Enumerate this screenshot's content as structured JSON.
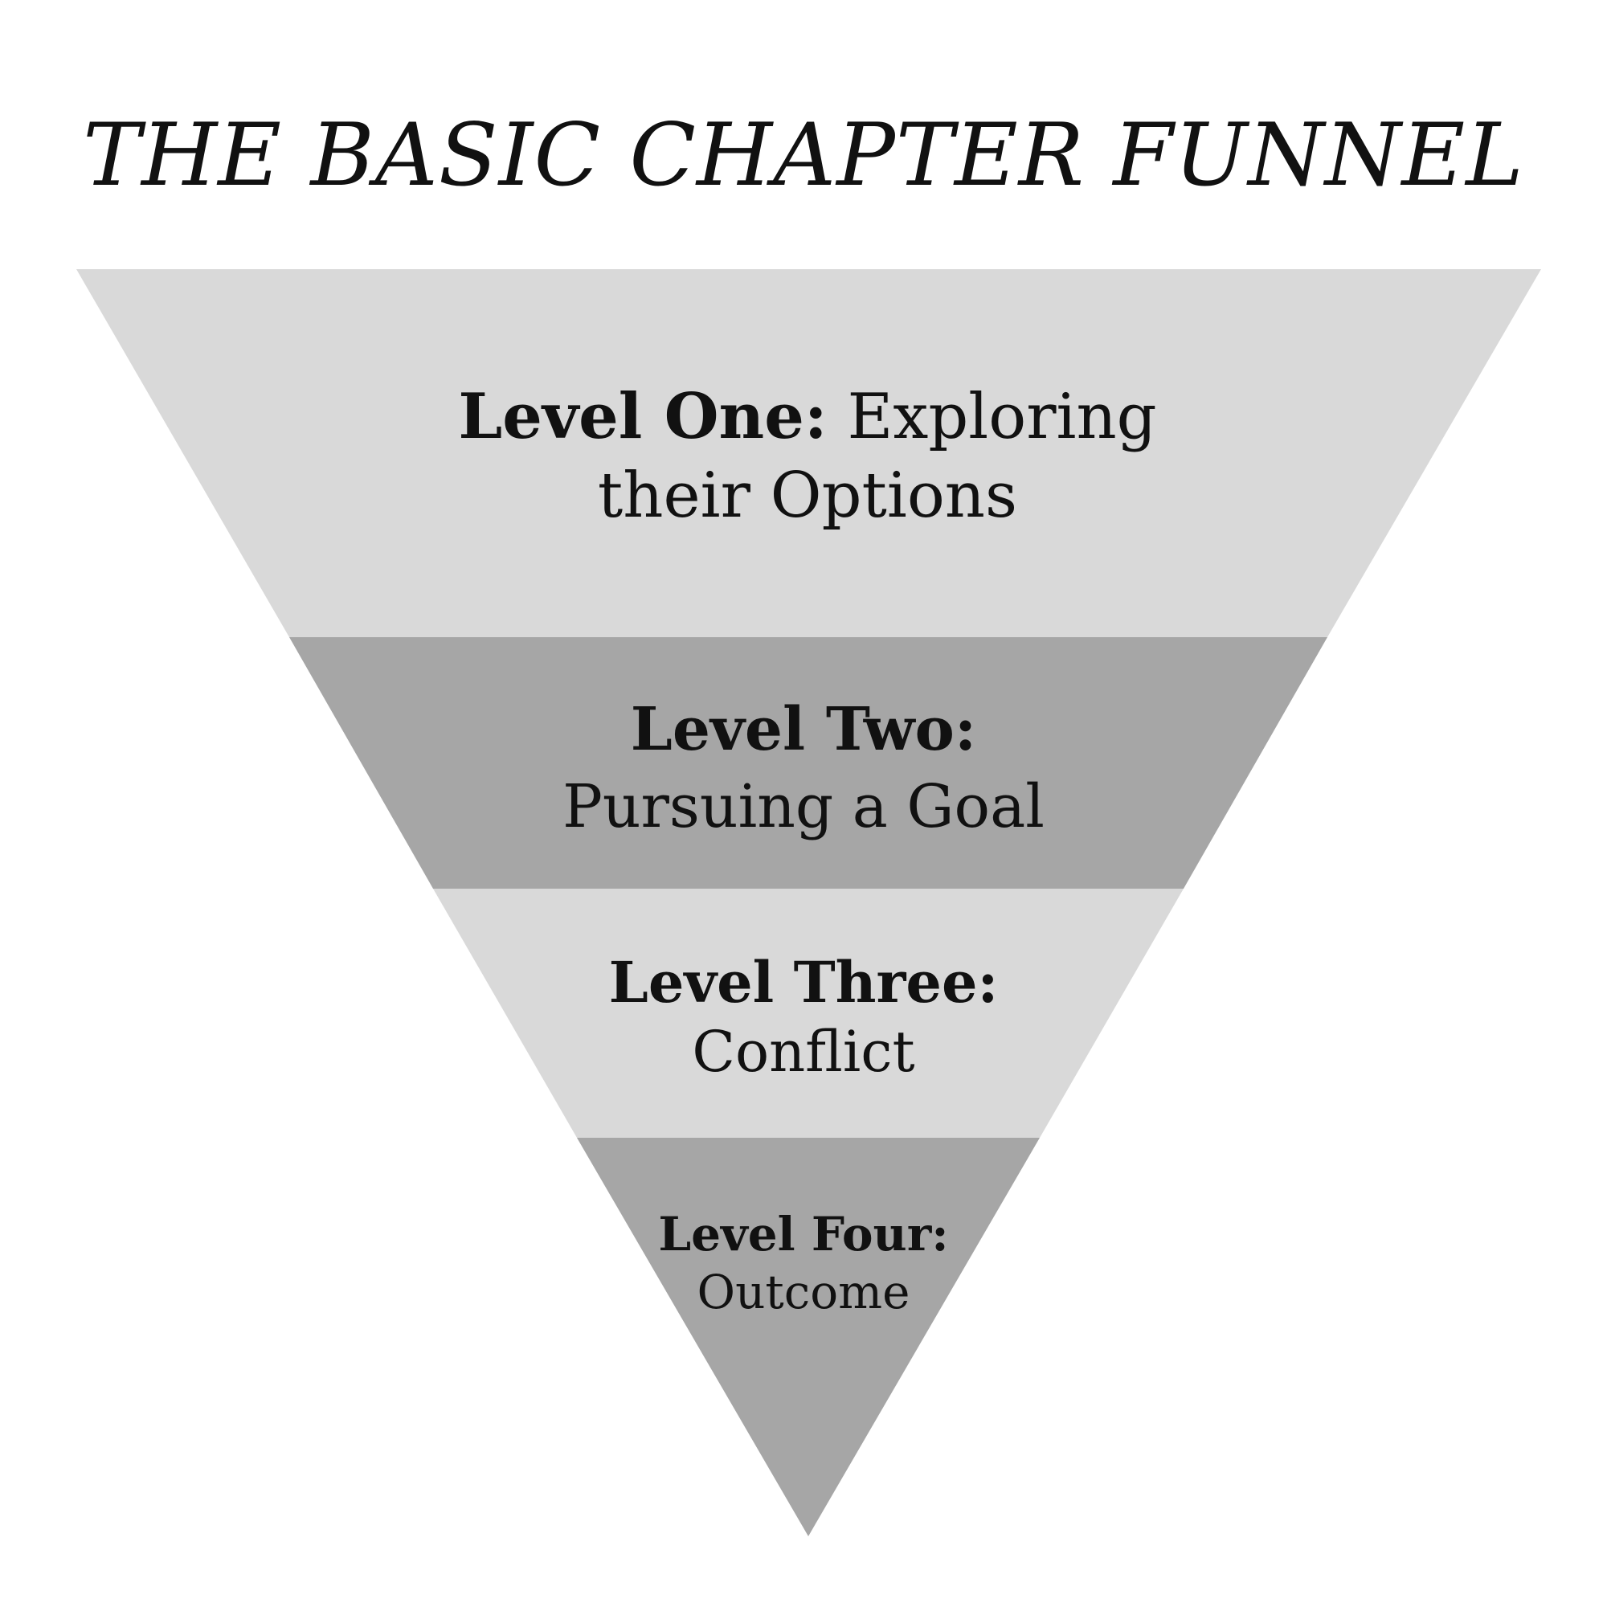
{
  "title": "THE BASIC CHAPTER FUNNEL",
  "colors": {
    "light_band": "#d9d9d9",
    "dark_band": "#a6a6a6",
    "text": "#111111",
    "background": "#ffffff"
  },
  "levels": [
    {
      "heading": "Level One:",
      "text": "Exploring",
      "text2": "their Options",
      "shade": "light"
    },
    {
      "heading": "Level Two:",
      "text": "Pursuing a Goal",
      "shade": "dark"
    },
    {
      "heading": "Level Three:",
      "text": "Conflict",
      "shade": "light"
    },
    {
      "heading": "Level Four:",
      "text": "Outcome",
      "shade": "dark"
    }
  ]
}
